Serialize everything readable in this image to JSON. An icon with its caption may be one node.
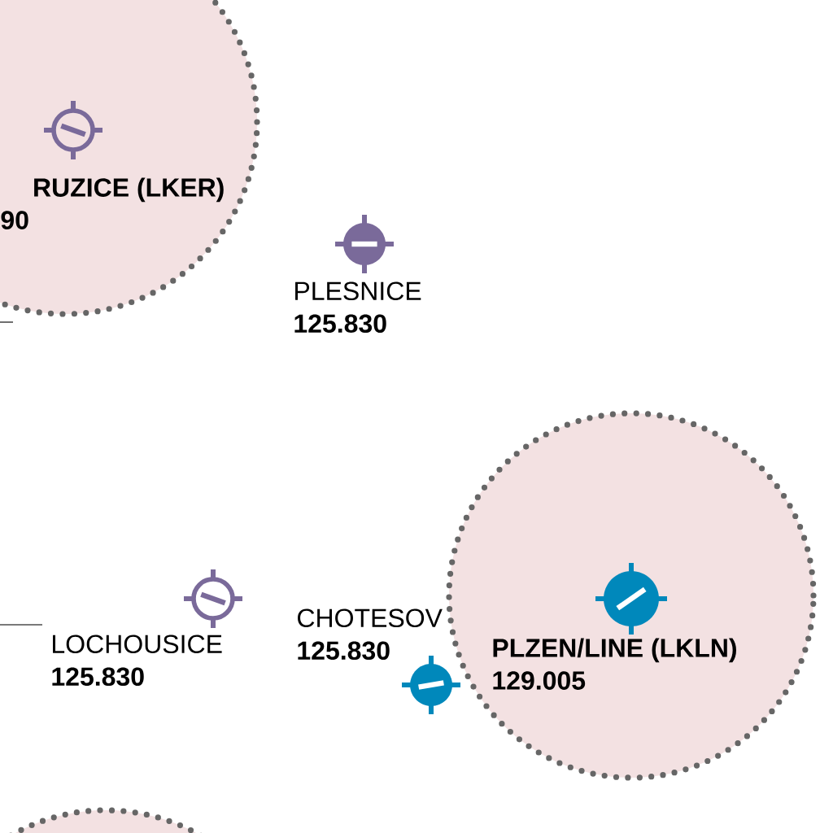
{
  "diagram": {
    "nodes": [
      {
        "text": [],
        "shape": "circle"
      },
      {
        "text": [
          "RUZICE (LKER)",
          "90"
        ],
        "in": 0
      },
      {
        "text": [
          "PLESNICE",
          "125.830"
        ]
      },
      {
        "text": [
          "LOCHOUSICE",
          "125.830"
        ]
      },
      {
        "text": [
          "CHOTESOV",
          "125.830"
        ]
      },
      {
        "text": [],
        "shape": "circle"
      },
      {
        "text": [
          "PLZEN/LINE (LKLN)",
          "129.005"
        ],
        "in": 5
      },
      {
        "text": [],
        "shape": "circle"
      }
    ]
  }
}
